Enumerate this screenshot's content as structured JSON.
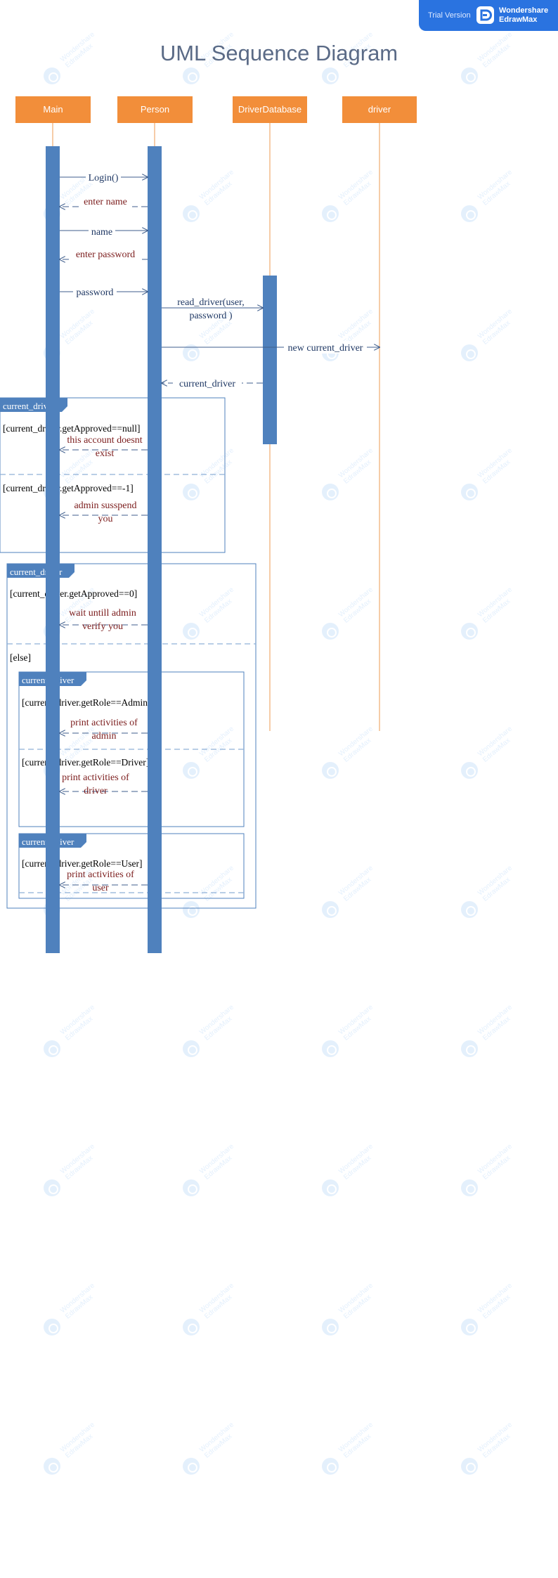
{
  "header": {
    "trial_label": "Trial Version",
    "brand_line1": "Wondershare",
    "brand_line2": "EdrawMax"
  },
  "diagram": {
    "title": "UML Sequence Diagram",
    "colors": {
      "lifeline_head": "#f28e3a",
      "activation": "#4f81bd",
      "frame": "#4f81bd",
      "message_line": "#3f5e8c",
      "message_text": "#1f3864",
      "reply_text": "#7b1c1c",
      "lifeline_dash": "#f2b078"
    },
    "lifelines": [
      "Main",
      "Person",
      "DriverDatabase",
      "driver"
    ],
    "messages": [
      {
        "text": "Login()",
        "kind": "sync"
      },
      {
        "text": "enter name",
        "kind": "reply"
      },
      {
        "text": "name",
        "kind": "sync"
      },
      {
        "text": "enter password",
        "kind": "reply"
      },
      {
        "text": "password",
        "kind": "sync"
      },
      {
        "text": "read_driver(user, password )",
        "kind": "sync"
      },
      {
        "text": "new current_driver",
        "kind": "sync"
      },
      {
        "text": "current_driver",
        "kind": "reply"
      }
    ],
    "fragments": [
      {
        "label": "current_driver",
        "sections": [
          {
            "guard": "[current_driver.getApproved==null]",
            "reply": "this account doesnt exist"
          },
          {
            "guard": "[current_driver.getApproved==-1]",
            "reply": "admin susspend you"
          }
        ]
      },
      {
        "label": "current_driver",
        "sections": [
          {
            "guard": "[current_driver.getApproved==0]",
            "reply": "wait untill admin verify you"
          },
          {
            "guard": "[else]",
            "reply": ""
          }
        ]
      },
      {
        "label": "current_driver",
        "sections": [
          {
            "guard": "[current_driver.getRole==Admin]",
            "reply": "print activities of admin"
          },
          {
            "guard": "[current_driver.getRole==Driver]",
            "reply": "print activities of driver"
          }
        ]
      },
      {
        "label": "current_driver",
        "sections": [
          {
            "guard": "[current_driver.getRole==User]",
            "reply": "print activities of user"
          }
        ]
      }
    ],
    "watermark": {
      "line1": "Wondershare",
      "line2": "EdrawMax"
    }
  }
}
